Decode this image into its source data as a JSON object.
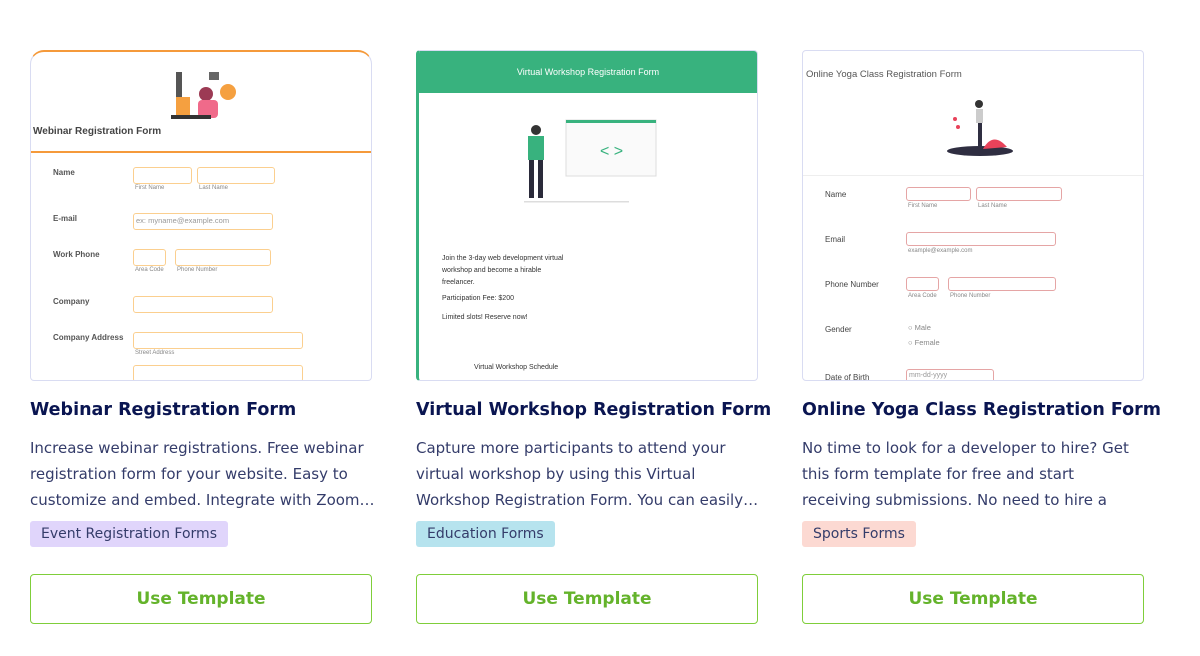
{
  "button_label": "Use Template",
  "cards": [
    {
      "title": "Webinar Registration Form",
      "description": "Increase webinar registrations. Free webinar registration form for your website. Easy to customize and embed. Integrate with Zoom…",
      "tag": "Event Registration Forms",
      "tag_color": "#e0d5fb",
      "preview": {
        "heading": "Webinar Registration Form",
        "accent": "#f59a3b",
        "labels": [
          "Name",
          "E-mail",
          "Work Phone",
          "Company",
          "Company Address"
        ],
        "sublabels": [
          "First Name",
          "Last Name",
          "Area Code",
          "Phone Number",
          "Street Address"
        ],
        "email_placeholder": "ex: myname@example.com"
      }
    },
    {
      "title": "Virtual Workshop Registration Form",
      "description": "Capture more participants to attend your virtual workshop by using this Virtual Workshop Registration Form. You can easily…",
      "tag": "Education Forms",
      "tag_color": "#b6e3ee",
      "preview": {
        "heading": "Virtual Workshop Registration Form",
        "accent": "#38b27e",
        "intro": "Join the 3-day web development virtual workshop and become a hirable freelancer.",
        "fee": "Participation Fee: $200",
        "slots": "Limited slots! Reserve now!",
        "schedule": "Virtual Workshop Schedule"
      }
    },
    {
      "title": "Online Yoga Class Registration Form",
      "description": "No time to look for a developer to hire? Get this form template for free and start receiving submissions. No need to hire a developer to…",
      "tag": "Sports Forms",
      "tag_color": "#fcd9d2",
      "preview": {
        "heading": "Online Yoga Class  Registration  Form",
        "accent": "#e5a5a5",
        "labels": [
          "Name",
          "Email",
          "Phone Number",
          "Gender",
          "Date of Birth"
        ],
        "sublabels": [
          "First Name",
          "Last Name",
          "example@example.com",
          "Area Code",
          "Phone Number"
        ],
        "options": [
          "Male",
          "Female"
        ],
        "date_placeholder": "mm-dd-yyyy"
      }
    }
  ]
}
